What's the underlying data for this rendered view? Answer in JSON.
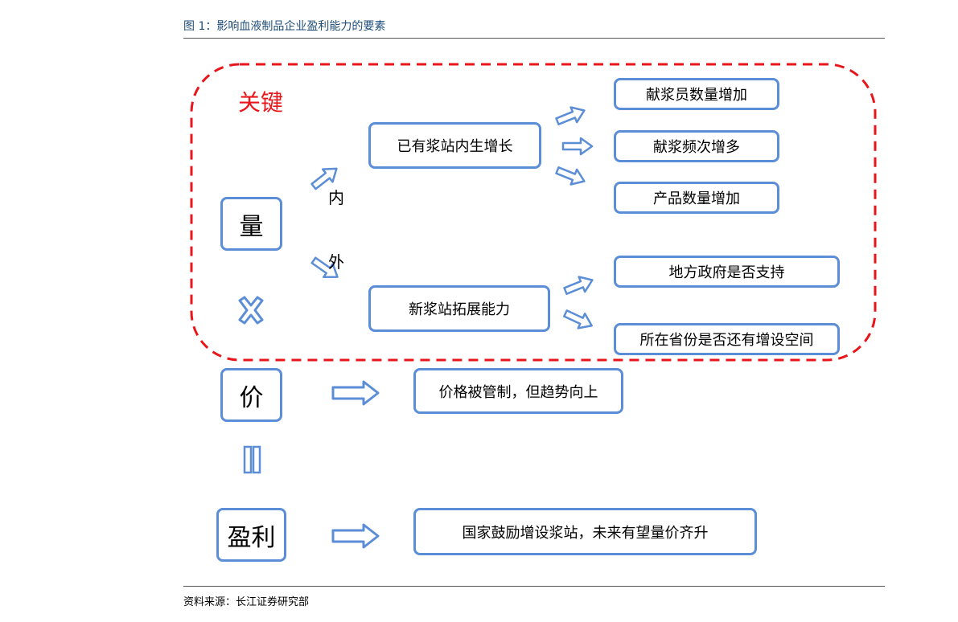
{
  "caption": "图 1：影响血液制品企业盈利能力的要素",
  "source": "资料来源：长江证券研究部",
  "key_label": "关键",
  "factors": {
    "volume": "量",
    "price": "价",
    "profit": "盈利"
  },
  "operators": {
    "times": "×",
    "equals": "="
  },
  "branch_labels": {
    "internal": "内",
    "external": "外"
  },
  "volume_nodes": {
    "internal": "已有浆站内生增长",
    "external": "新浆站拓展能力"
  },
  "internal_results": [
    "献浆员数量增加",
    "献浆频次增多",
    "产品数量增加"
  ],
  "external_results": [
    "地方政府是否支持",
    "所在省份是否还有增设空间"
  ],
  "price_result": "价格被管制，但趋势向上",
  "profit_result": "国家鼓励增设浆站，未来有望量价齐升",
  "colors": {
    "box_border": "#5b8ed6",
    "dashed_frame": "#e8161b",
    "key_label": "#e8161b",
    "caption": "#1f4e79"
  }
}
